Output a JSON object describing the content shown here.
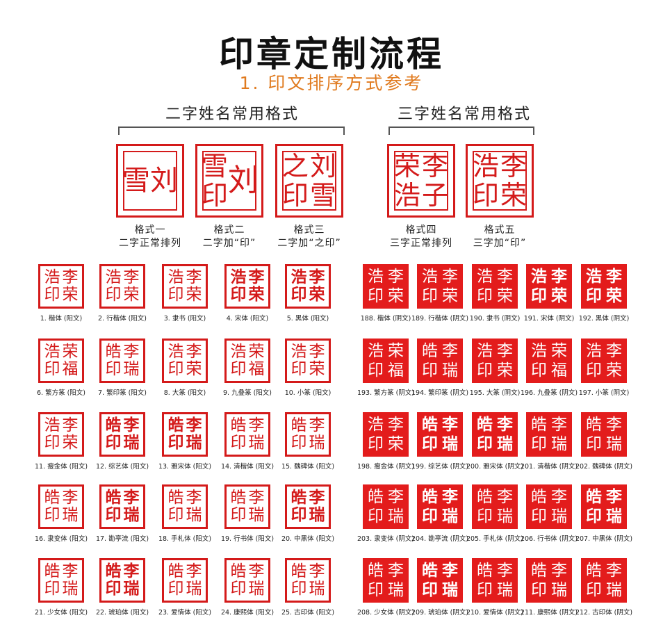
{
  "header": {
    "title": "印章定制流程",
    "subtitle": "1. 印文排序方式参考"
  },
  "groups": {
    "two": "二字姓名常用格式",
    "three": "三字姓名常用格式"
  },
  "formats": [
    {
      "chars": [
        "雪",
        "刘"
      ],
      "name": "格式一",
      "desc": "二字正常排列"
    },
    {
      "chars": [
        "雪",
        "刘",
        "印",
        ""
      ],
      "name": "格式二",
      "desc": "二字加“印”"
    },
    {
      "chars": [
        "之",
        "刘",
        "印",
        "雪"
      ],
      "name": "格式三",
      "desc": "二字加“之印”"
    },
    {
      "chars": [
        "荣",
        "李",
        "浩",
        "子"
      ],
      "name": "格式四",
      "desc": "三字正常排列"
    },
    {
      "chars": [
        "浩",
        "李",
        "印",
        "荣"
      ],
      "name": "格式五",
      "desc": "三字加“印”"
    }
  ],
  "yang": [
    {
      "chars": [
        "浩",
        "李",
        "印",
        "荣"
      ],
      "label": "1. 楷体 (阳文)"
    },
    {
      "chars": [
        "浩",
        "李",
        "印",
        "荣"
      ],
      "label": "2. 行楷体 (阳文)"
    },
    {
      "chars": [
        "浩",
        "李",
        "印",
        "荣"
      ],
      "label": "3. 隶书 (阳文)"
    },
    {
      "chars": [
        "浩",
        "李",
        "印",
        "荣"
      ],
      "label": "4. 宋体 (阳文)"
    },
    {
      "chars": [
        "浩",
        "李",
        "印",
        "荣"
      ],
      "label": "5. 黑体 (阳文)"
    },
    {
      "chars": [
        "浩",
        "荣",
        "印",
        "福"
      ],
      "label": "6. 繁方篆 (阳文)"
    },
    {
      "chars": [
        "皓",
        "李",
        "印",
        "瑞"
      ],
      "label": "7. 繁印篆 (阳文)"
    },
    {
      "chars": [
        "浩",
        "李",
        "印",
        "荣"
      ],
      "label": "8. 大篆 (阳文)"
    },
    {
      "chars": [
        "浩",
        "荣",
        "印",
        "福"
      ],
      "label": "9. 九叠篆 (阳文)"
    },
    {
      "chars": [
        "浩",
        "李",
        "印",
        "荣"
      ],
      "label": "10. 小篆 (阳文)"
    },
    {
      "chars": [
        "浩",
        "李",
        "印",
        "荣"
      ],
      "label": "11. 瘦金体 (阳文)"
    },
    {
      "chars": [
        "皓",
        "李",
        "印",
        "瑞"
      ],
      "label": "12. 综艺体 (阳文)"
    },
    {
      "chars": [
        "皓",
        "李",
        "印",
        "瑞"
      ],
      "label": "13. 雅宋体 (阳文)"
    },
    {
      "chars": [
        "皓",
        "李",
        "印",
        "瑞"
      ],
      "label": "14. 清楷体 (阳文)"
    },
    {
      "chars": [
        "皓",
        "李",
        "印",
        "瑞"
      ],
      "label": "15. 魏碑体 (阳文)"
    },
    {
      "chars": [
        "皓",
        "李",
        "印",
        "瑞"
      ],
      "label": "16. 隶变体 (阳文)"
    },
    {
      "chars": [
        "皓",
        "李",
        "印",
        "瑞"
      ],
      "label": "17. 勘亭流 (阳文)"
    },
    {
      "chars": [
        "皓",
        "李",
        "印",
        "瑞"
      ],
      "label": "18. 手札体 (阳文)"
    },
    {
      "chars": [
        "皓",
        "李",
        "印",
        "瑞"
      ],
      "label": "19. 行书体 (阳文)"
    },
    {
      "chars": [
        "皓",
        "李",
        "印",
        "瑞"
      ],
      "label": "20. 中黑体 (阳文)"
    },
    {
      "chars": [
        "皓",
        "李",
        "印",
        "瑞"
      ],
      "label": "21. 少女体 (阳文)"
    },
    {
      "chars": [
        "皓",
        "李",
        "印",
        "瑞"
      ],
      "label": "22. 琥珀体 (阳文)"
    },
    {
      "chars": [
        "皓",
        "李",
        "印",
        "瑞"
      ],
      "label": "23. 爱情体 (阳文)"
    },
    {
      "chars": [
        "皓",
        "李",
        "印",
        "瑞"
      ],
      "label": "24. 康熙体 (阳文)"
    },
    {
      "chars": [
        "皓",
        "李",
        "印",
        "瑞"
      ],
      "label": "25. 古印体 (阳文)"
    }
  ],
  "yin": [
    {
      "chars": [
        "浩",
        "李",
        "印",
        "荣"
      ],
      "label": "188. 楷体 (阴文)"
    },
    {
      "chars": [
        "浩",
        "李",
        "印",
        "荣"
      ],
      "label": "189. 行楷体 (阴文)"
    },
    {
      "chars": [
        "浩",
        "李",
        "印",
        "荣"
      ],
      "label": "190. 隶书 (阴文)"
    },
    {
      "chars": [
        "浩",
        "李",
        "印",
        "荣"
      ],
      "label": "191. 宋体 (阴文)"
    },
    {
      "chars": [
        "浩",
        "李",
        "印",
        "荣"
      ],
      "label": "192. 黑体 (阴文)"
    },
    {
      "chars": [
        "浩",
        "荣",
        "印",
        "福"
      ],
      "label": "193. 繁方篆 (阴文)"
    },
    {
      "chars": [
        "皓",
        "李",
        "印",
        "瑞"
      ],
      "label": "194. 繁印篆 (阴文)"
    },
    {
      "chars": [
        "浩",
        "李",
        "印",
        "荣"
      ],
      "label": "195. 大篆 (阴文)"
    },
    {
      "chars": [
        "浩",
        "荣",
        "印",
        "福"
      ],
      "label": "196. 九叠篆 (阴文)"
    },
    {
      "chars": [
        "浩",
        "李",
        "印",
        "荣"
      ],
      "label": "197. 小篆 (阴文)"
    },
    {
      "chars": [
        "浩",
        "李",
        "印",
        "荣"
      ],
      "label": "198. 瘦金体 (阴文)"
    },
    {
      "chars": [
        "皓",
        "李",
        "印",
        "瑞"
      ],
      "label": "199. 综艺体 (阴文)"
    },
    {
      "chars": [
        "皓",
        "李",
        "印",
        "瑞"
      ],
      "label": "200. 雅宋体 (阴文)"
    },
    {
      "chars": [
        "皓",
        "李",
        "印",
        "瑞"
      ],
      "label": "201. 清楷体 (阴文)"
    },
    {
      "chars": [
        "皓",
        "李",
        "印",
        "瑞"
      ],
      "label": "202. 魏碑体 (阴文)"
    },
    {
      "chars": [
        "皓",
        "李",
        "印",
        "瑞"
      ],
      "label": "203. 隶变体 (阴文)"
    },
    {
      "chars": [
        "皓",
        "李",
        "印",
        "瑞"
      ],
      "label": "204. 勘亭流 (阴文)"
    },
    {
      "chars": [
        "皓",
        "李",
        "印",
        "瑞"
      ],
      "label": "205. 手札体 (阴文)"
    },
    {
      "chars": [
        "皓",
        "李",
        "印",
        "瑞"
      ],
      "label": "206. 行书体 (阴文)"
    },
    {
      "chars": [
        "皓",
        "李",
        "印",
        "瑞"
      ],
      "label": "207. 中黑体 (阴文)"
    },
    {
      "chars": [
        "皓",
        "李",
        "印",
        "瑞"
      ],
      "label": "208. 少女体 (阴文)"
    },
    {
      "chars": [
        "皓",
        "李",
        "印",
        "瑞"
      ],
      "label": "209. 琥珀体 (阴文)"
    },
    {
      "chars": [
        "皓",
        "李",
        "印",
        "瑞"
      ],
      "label": "210. 爱情体 (阴文)"
    },
    {
      "chars": [
        "皓",
        "李",
        "印",
        "瑞"
      ],
      "label": "211. 康熙体 (阴文)"
    },
    {
      "chars": [
        "皓",
        "李",
        "印",
        "瑞"
      ],
      "label": "212. 古印体 (阴文)"
    }
  ],
  "colors": {
    "seal_red": "#d41a1a",
    "yin_fill": "#e31c1c",
    "subtitle": "#e07a1e"
  }
}
